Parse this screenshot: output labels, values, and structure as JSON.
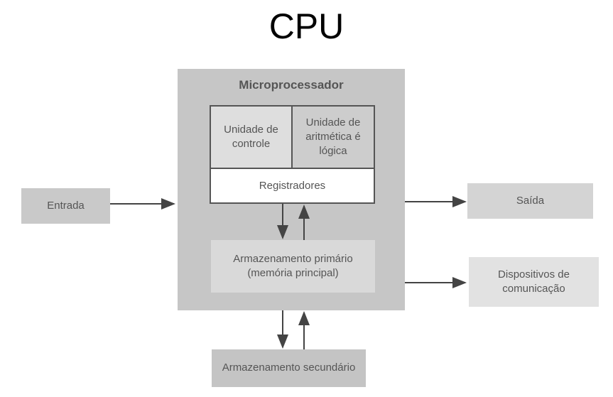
{
  "title": "CPU",
  "microprocessor": {
    "label": "Microprocessador",
    "control_unit": "Unidade de controle",
    "alu": "Unidade de aritmética é lógica",
    "registers": "Registradores",
    "primary_storage": "Armazenamento primário (memória principal)"
  },
  "input": "Entrada",
  "output": "Saída",
  "communication": "Dispositivos de comunicação",
  "secondary_storage": "Armazenamento secundário"
}
